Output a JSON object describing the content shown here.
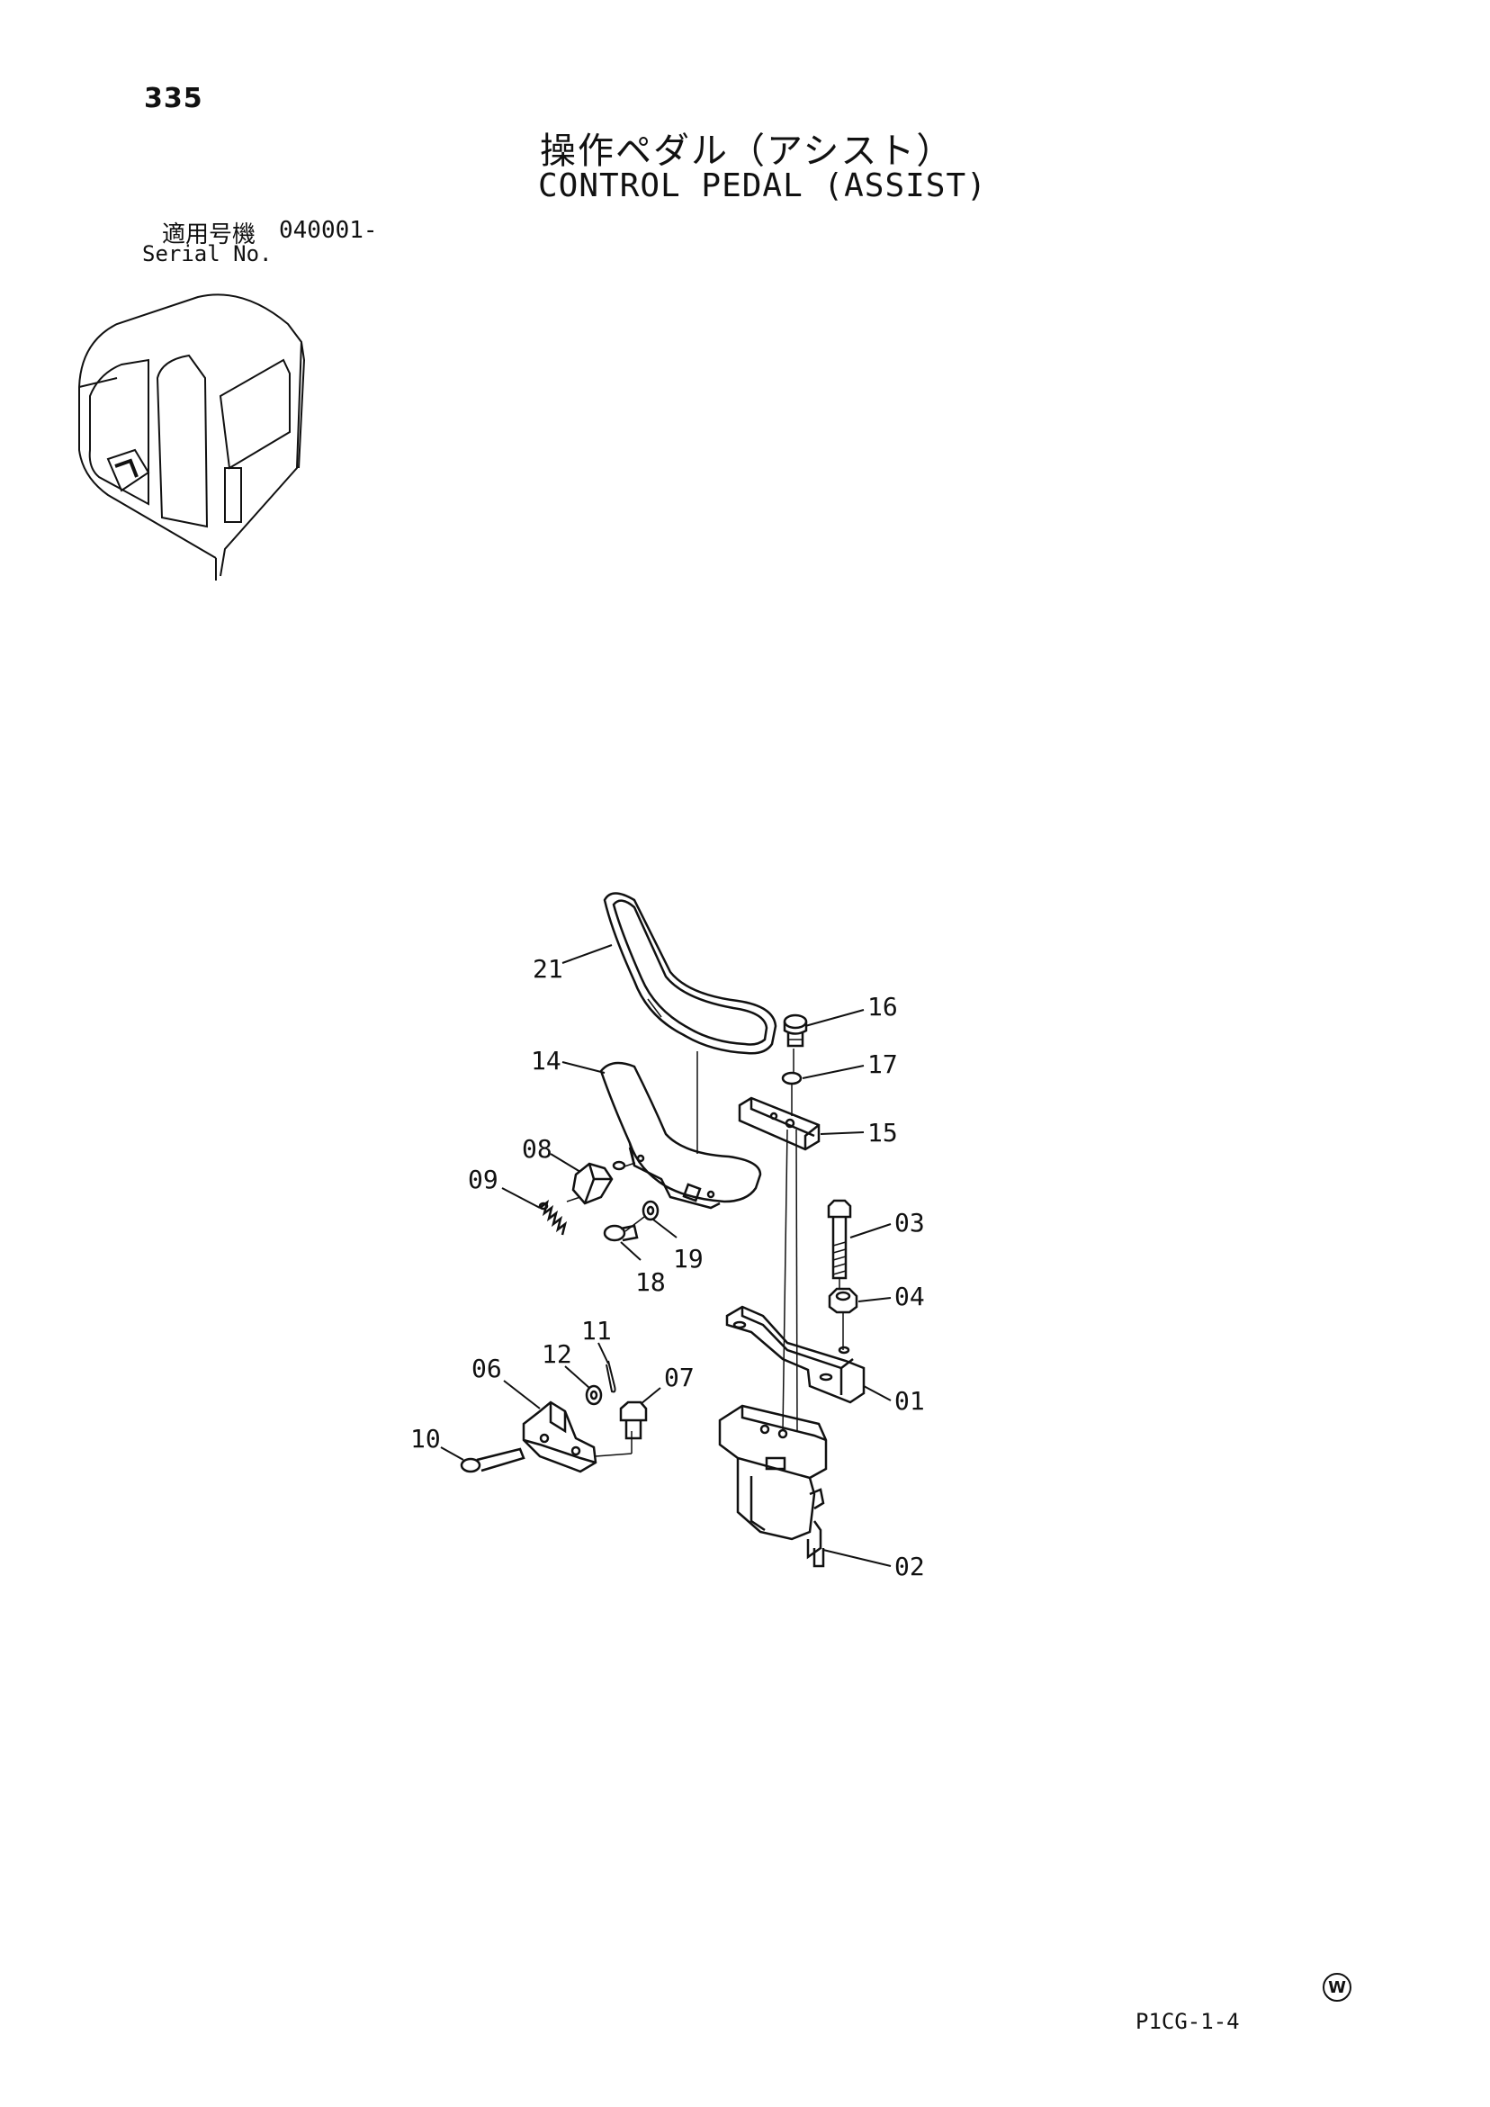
{
  "header": {
    "page_number": "335",
    "title_jp": "操作ペダル（アシスト）",
    "title_en": "CONTROL PEDAL (ASSIST)",
    "serial_label_jp": "適用号機",
    "serial_value": "040001-",
    "serial_label_en": "Serial No."
  },
  "diagram": {
    "callouts": [
      "21",
      "16",
      "14",
      "17",
      "15",
      "08",
      "09",
      "03",
      "18",
      "19",
      "04",
      "11",
      "12",
      "06",
      "07",
      "01",
      "10",
      "02"
    ]
  },
  "footer": {
    "code": "P1CG-1-4",
    "mark": "W"
  }
}
